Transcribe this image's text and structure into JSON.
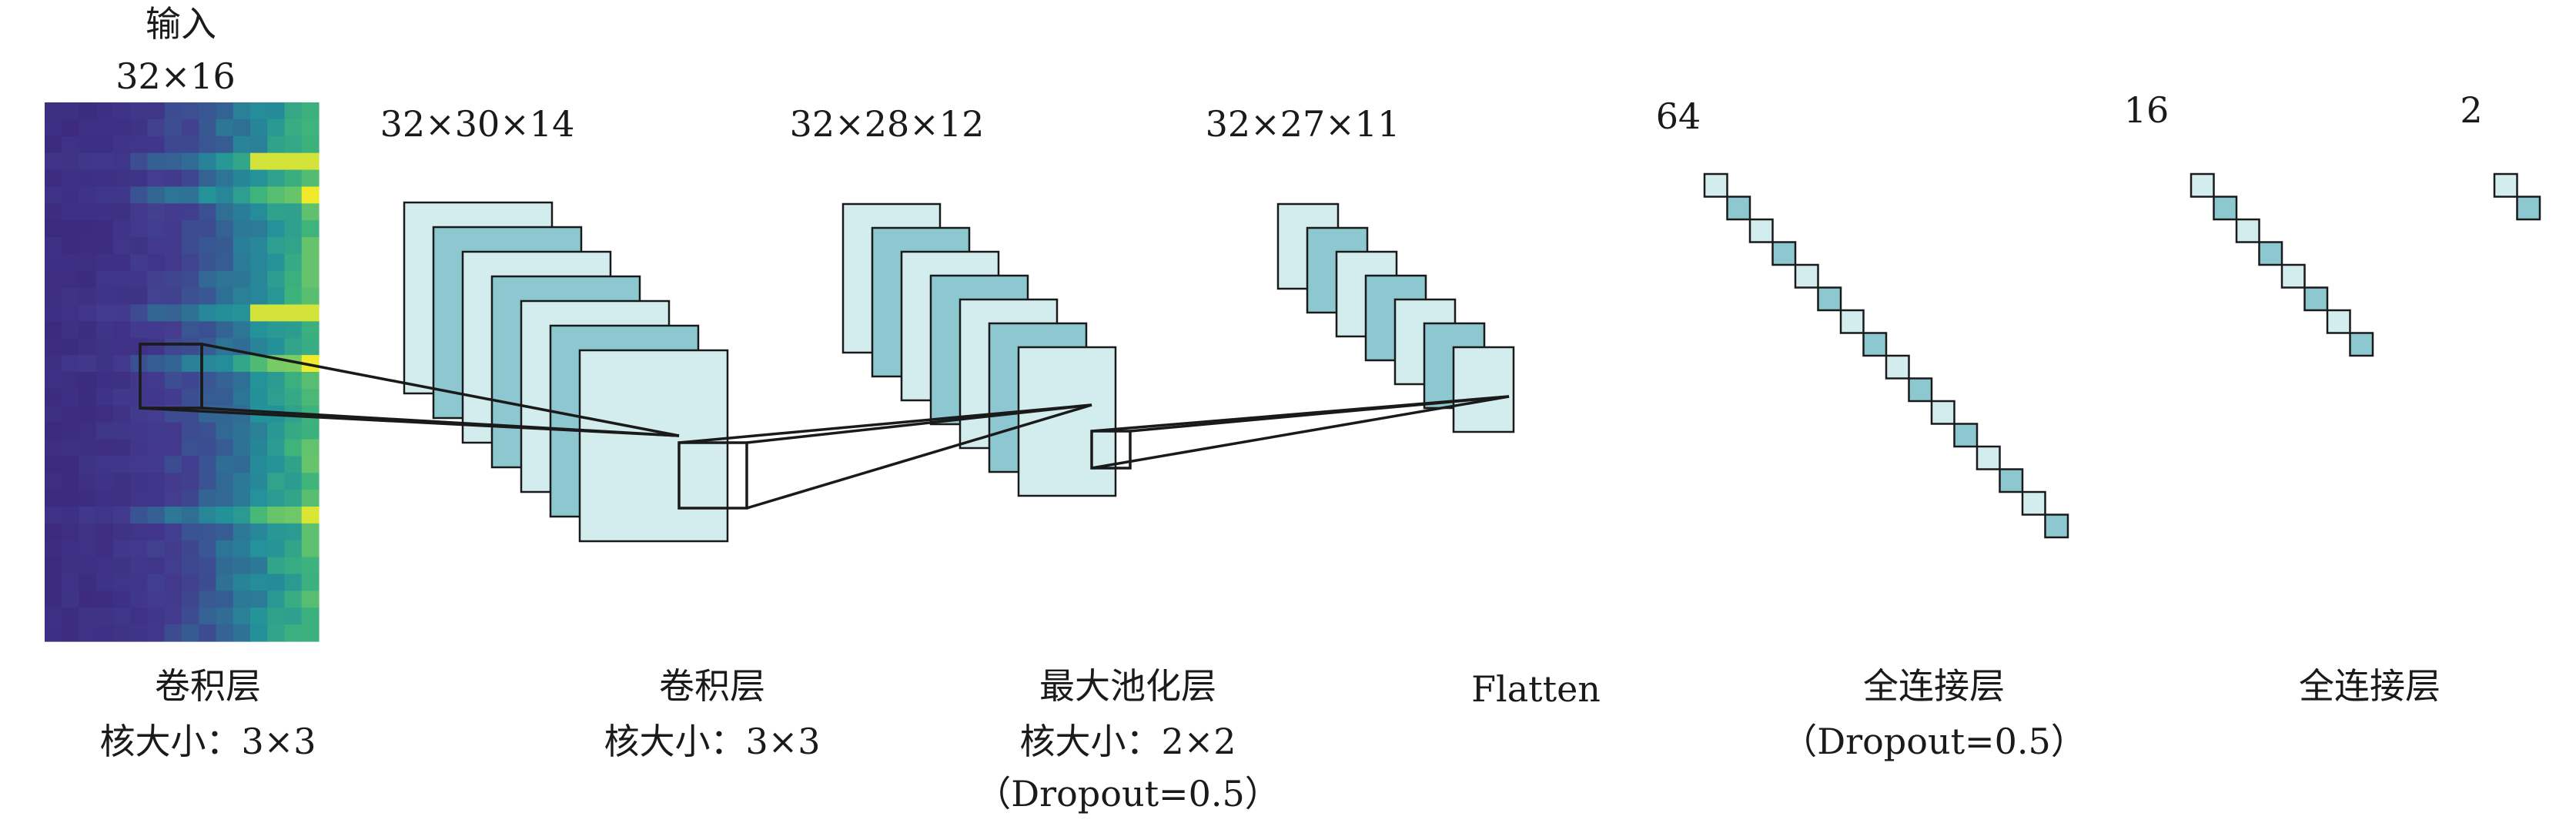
{
  "colors": {
    "light": "#d3ecee",
    "dark": "#8dc8d1",
    "stroke": "#1a1a1a",
    "heat_low": "#3b2f7f",
    "heat_mid": "#23929a",
    "heat_high": "#f0ea2a"
  },
  "input": {
    "title": "输入",
    "shape": "32×16"
  },
  "shapes": {
    "conv1": "32×30×14",
    "conv2": "32×28×12",
    "pool": "32×27×11",
    "fc1": "64",
    "fc2": "16",
    "out": "2"
  },
  "captions": {
    "conv1": {
      "line1": "卷积层",
      "line2": "核大小：3×3"
    },
    "conv2": {
      "line1": "卷积层",
      "line2": "核大小：3×3"
    },
    "pool": {
      "line1": "最大池化层",
      "line2": "核大小：2×2",
      "line3": "（Dropout=0.5）"
    },
    "flatten": {
      "line1": "Flatten"
    },
    "fc1": {
      "line1": "全连接层",
      "line2": "（Dropout=0.5）"
    },
    "fc2": {
      "line1": "全连接层"
    }
  },
  "layers": {
    "fc1_units": 16,
    "fc2_units": 8,
    "out_units": 2
  }
}
